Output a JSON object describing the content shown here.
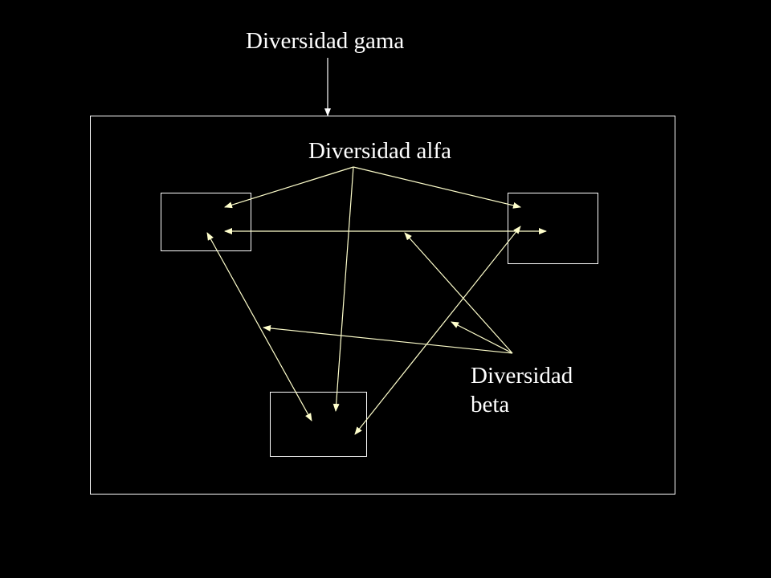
{
  "labels": {
    "gamma": "Diversidad gama",
    "alpha": "Diversidad alfa",
    "beta_line1": "Diversidad",
    "beta_line2": "beta"
  },
  "colors": {
    "background": "#000000",
    "text": "#FFFFFF",
    "outer_frame": "#FFFFFF",
    "site_boxes": "#FFFFFF",
    "arrows": "#FFFFCC"
  }
}
